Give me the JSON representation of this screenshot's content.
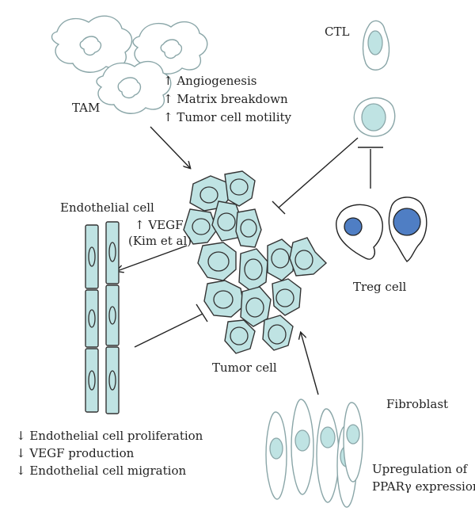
{
  "labels": {
    "tam": "TAM",
    "tam_effects": [
      "↑ Angiogenesis",
      "↑ Matrix breakdown",
      "↑ Tumor cell motility"
    ],
    "ctl": "CTL",
    "endothelial_cell": "Endothelial cell",
    "vegf_effect": [
      "↑ VEGF",
      "(Kim et al)"
    ],
    "treg_cell": "Treg cell",
    "tumor_cell": "Tumor cell",
    "fibroblast": "Fibroblast",
    "endothelial_effects": [
      "↓ Endothelial cell proliferation",
      "↓ VEGF production",
      "↓ Endothelial cell migration"
    ],
    "pparg_question": [
      "Upregulation of",
      "PPARγ expression?"
    ]
  },
  "colors": {
    "cell_fill": "#bfe3e3",
    "treg_nucleus": "#4f7ec4",
    "outline": "#8aa6a8",
    "ink": "#222222"
  }
}
